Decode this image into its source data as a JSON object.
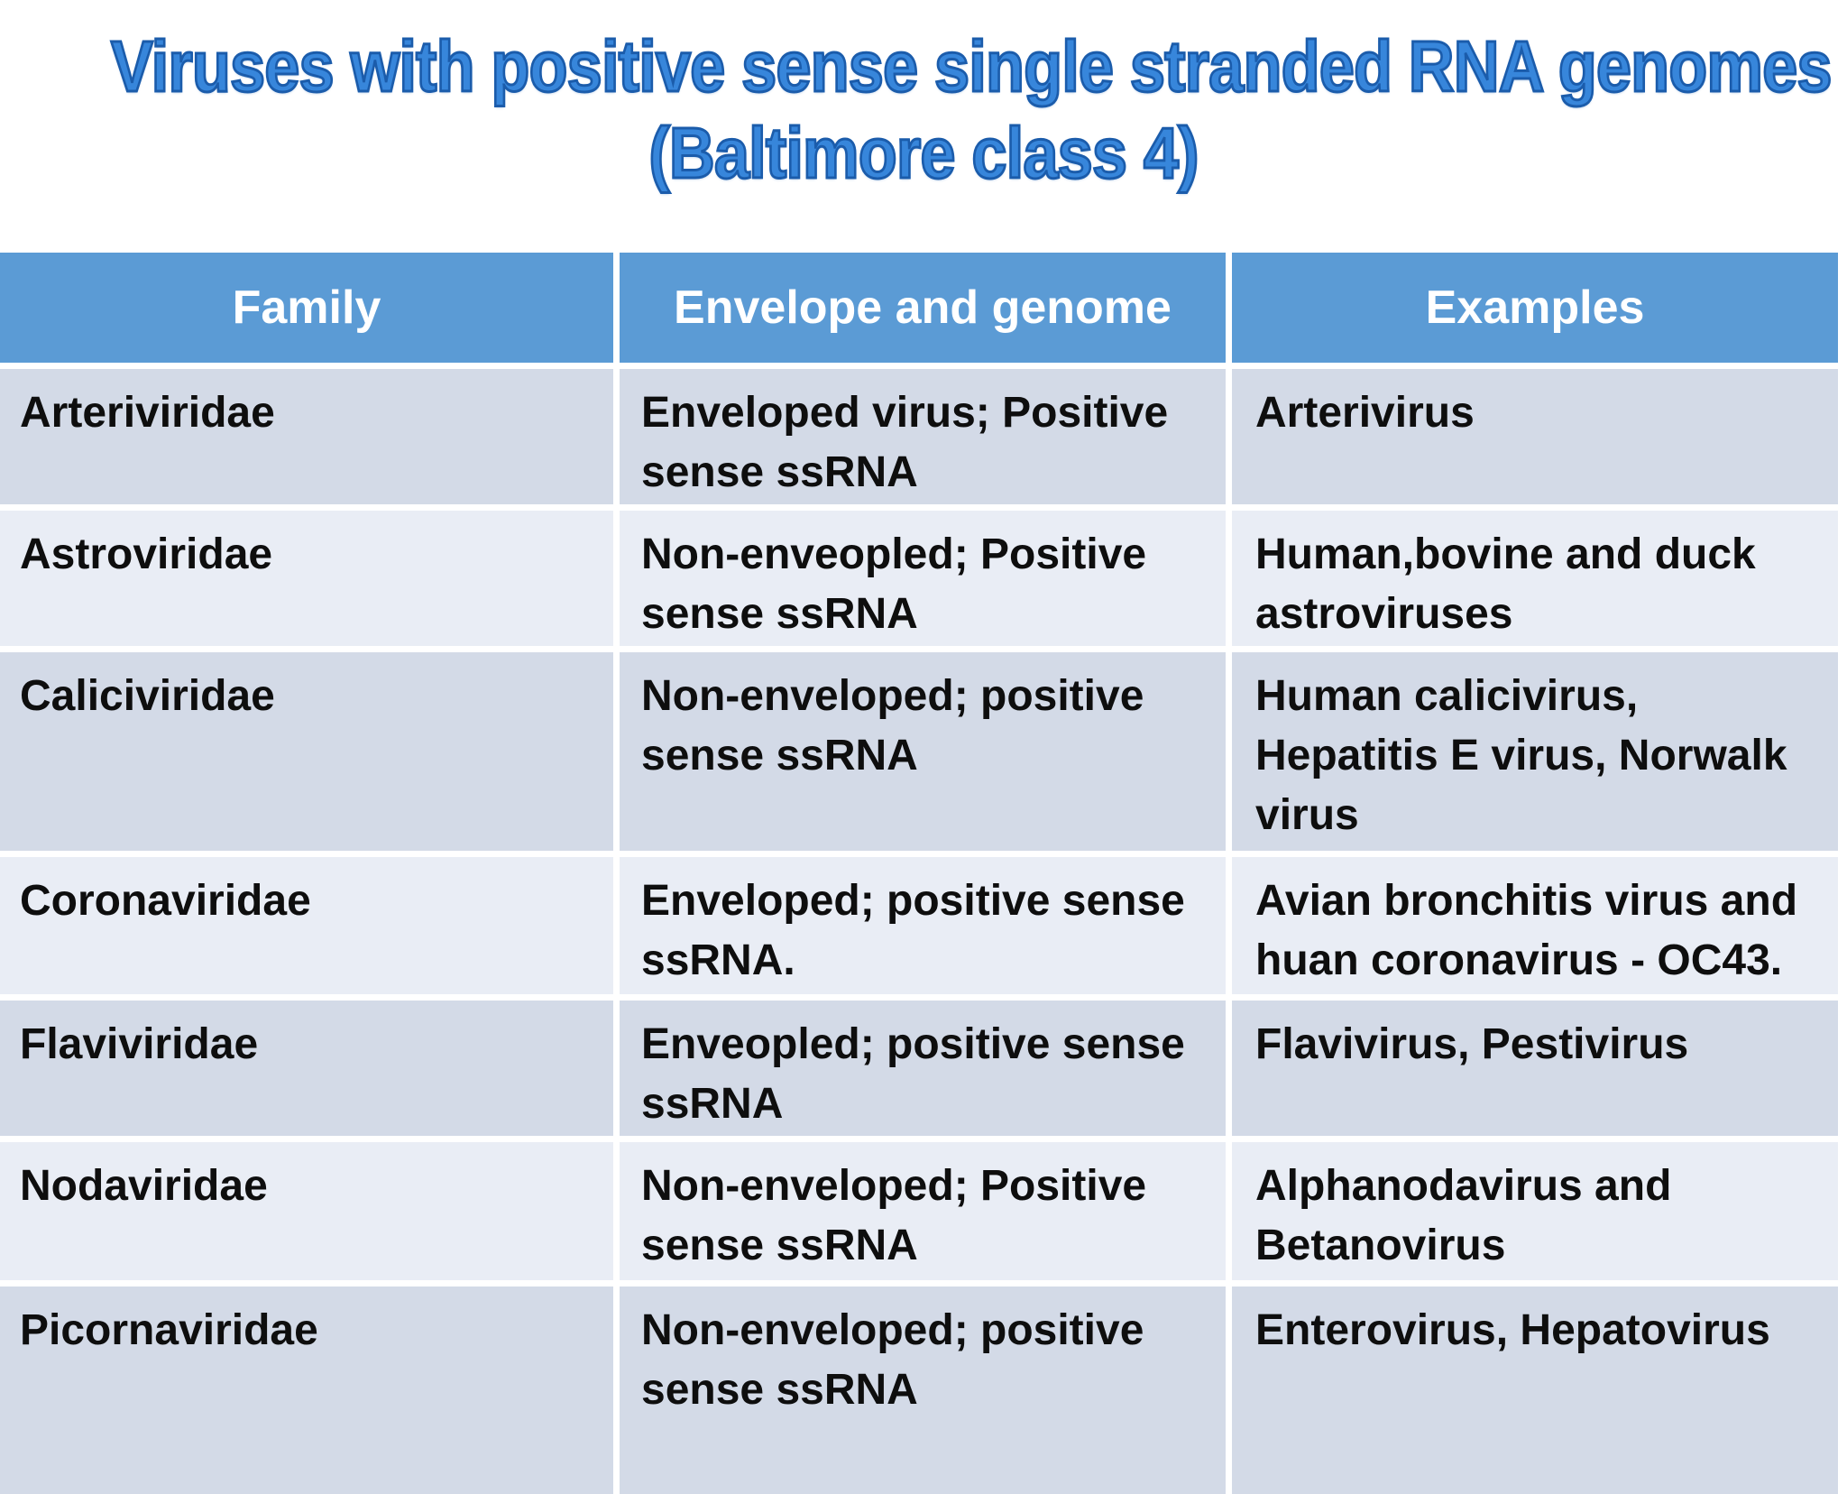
{
  "title": {
    "line1": "Viruses with positive sense single stranded RNA genomes",
    "line2": "(Baltimore class 4)"
  },
  "table": {
    "headers": [
      "Family",
      "Envelope and genome",
      "Examples"
    ],
    "rows": [
      {
        "family": "Arteriviridae",
        "envelope": "Enveloped virus; Positive sense ssRNA",
        "examples": "Arterivirus"
      },
      {
        "family": "Astroviridae",
        "envelope": "Non-enveopled; Positive sense ssRNA",
        "examples": "Human,bovine and duck astroviruses"
      },
      {
        "family": "Caliciviridae",
        "envelope": "Non-enveloped; positive sense ssRNA",
        "examples": "Human calicivirus, Hepatitis E virus, Norwalk virus"
      },
      {
        "family": "Coronaviridae",
        "envelope": "Enveloped; positive sense ssRNA.",
        "examples": "Avian bronchitis virus and huan coronavirus - OC43."
      },
      {
        "family": "Flaviviridae",
        "envelope": "Enveopled; positive sense ssRNA",
        "examples": "Flavivirus, Pestivirus"
      },
      {
        "family": "Nodaviridae",
        "envelope": "Non-enveloped; Positive sense ssRNA",
        "examples": "Alphanodavirus and Betanovirus"
      },
      {
        "family": "Picornaviridae",
        "envelope": "Non-enveloped; positive sense ssRNA",
        "examples": "Enterovirus, Hepatovirus"
      }
    ]
  },
  "colors": {
    "header_bg": "#5B9BD5",
    "header_text": "#FFFFFF",
    "row_band_dark": "#D3DAE7",
    "row_band_light": "#E9EDF5",
    "cell_text": "#0E0E0E",
    "title_fill": "#3786DB",
    "title_outline": "#1B5CAB",
    "page_bg": "#FFFFFF"
  }
}
